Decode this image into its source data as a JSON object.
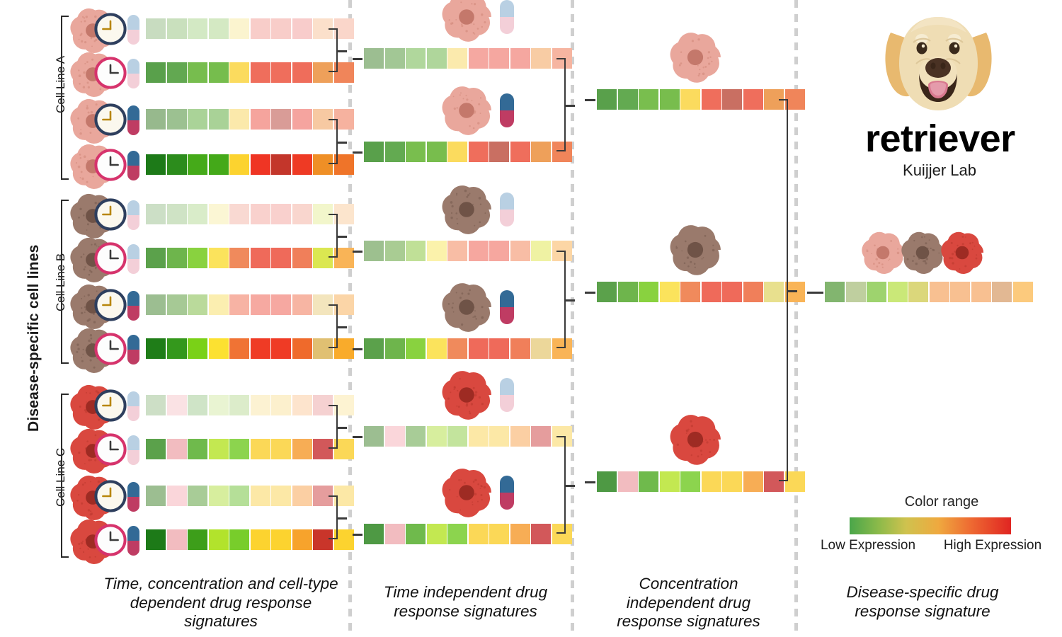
{
  "figure": {
    "axis_label": "Disease-specific cell lines",
    "cell_line_groups": [
      "Cell Line A",
      "Cell Line B",
      "Cell Line C"
    ]
  },
  "captions": [
    "Time, concentration and cell-type dependent drug response signatures",
    "Time independent drug response signatures",
    "Concentration independent drug response signatures",
    "Disease-specific drug response signature"
  ],
  "logo": {
    "name": "retriever",
    "lab": "Kuijjer Lab",
    "icon": "golden-retriever-dog-face"
  },
  "legend": {
    "title": "Color range",
    "low_label": "Low Expression",
    "high_label": "High Expression",
    "low_color": "#4aa64a",
    "high_color": "#e02522",
    "gradient": [
      "#4aa64a",
      "#8cba4a",
      "#cfc24e",
      "#efa93f",
      "#ee6a32",
      "#e02522"
    ]
  },
  "cell_colors": {
    "A": {
      "body": "#e9a79c",
      "nucleus": "#c4786b",
      "speck": "#d68f82"
    },
    "B": {
      "body": "#9a7a6c",
      "nucleus": "#6f5347",
      "speck": "#7f6356"
    },
    "C": {
      "body": "#d9483f",
      "nucleus": "#9e2b23",
      "speck": "#c13c33"
    }
  },
  "icon_colors": {
    "clock_early_ring": "#2e3f5e",
    "clock_late_ring": "#d6336c",
    "clock_early_face": "#fbf8ee",
    "clock_late_face": "#fdfdfd",
    "pill_low_top": "#b9d0e3",
    "pill_low_bottom": "#f3cfd8",
    "pill_high_top": "#336a96",
    "pill_high_bottom": "#bf3c63"
  },
  "chart_data": {
    "type": "heatmap",
    "title": "retriever drug response signature schematic",
    "n_columns": 10,
    "conditions": {
      "timepoints": [
        "early",
        "late"
      ],
      "concentrations": [
        "low",
        "high"
      ]
    },
    "panels": [
      {
        "name": "Time, concentration and cell-type dependent drug response signatures",
        "rows": [
          {
            "cell_line": "Cell Line A",
            "timepoint": "early",
            "concentration": "low",
            "colors": [
              "#c8dcc0",
              "#c9e0bd",
              "#d3e9c4",
              "#d4e9c3",
              "#fbf4cf",
              "#f8cdc9",
              "#f8cdc9",
              "#f8cccb",
              "#fbe0cb",
              "#fad6ca"
            ]
          },
          {
            "cell_line": "Cell Line A",
            "timepoint": "late",
            "concentration": "low",
            "colors": [
              "#59a04b",
              "#62a851",
              "#77bd4e",
              "#76bd4d",
              "#fbdb5e",
              "#ef6e5c",
              "#ef6e5c",
              "#ef6d5b",
              "#eea05a",
              "#f0855a"
            ]
          },
          {
            "cell_line": "Cell Line A",
            "timepoint": "early",
            "concentration": "high",
            "colors": [
              "#97b98d",
              "#9cc191",
              "#aad398",
              "#a9d297",
              "#fbe9ab",
              "#f5a49d",
              "#d99c97",
              "#f5a49f",
              "#f7c9a2",
              "#f6b29f"
            ]
          },
          {
            "cell_line": "Cell Line A",
            "timepoint": "late",
            "concentration": "high",
            "colors": [
              "#1d7a18",
              "#2c8c1c",
              "#45aa19",
              "#44a919",
              "#fcd32f",
              "#ef3524",
              "#c3362b",
              "#ee3a24",
              "#ef8f26",
              "#ef7429"
            ]
          },
          {
            "cell_line": "Cell Line B",
            "timepoint": "early",
            "concentration": "low",
            "colors": [
              "#ccdfc6",
              "#cfe3c5",
              "#d9ecc9",
              "#fbf6d4",
              "#f9d9d2",
              "#f9d1cd",
              "#f9d0cd",
              "#f9d6ce",
              "#f2f6cb",
              "#fce5cd"
            ]
          },
          {
            "cell_line": "Cell Line B",
            "timepoint": "late",
            "concentration": "low",
            "colors": [
              "#5ba14b",
              "#6eb54c",
              "#89d23f",
              "#fbe35c",
              "#f08a5c",
              "#ef6a5a",
              "#ef6a5a",
              "#f07f5a",
              "#dbe751",
              "#f9b457"
            ]
          },
          {
            "cell_line": "Cell Line B",
            "timepoint": "early",
            "concentration": "high",
            "colors": [
              "#9cbe91",
              "#a6c995",
              "#bada9b",
              "#fbeeb0",
              "#f7b3a4",
              "#f6a9a1",
              "#f6a8a1",
              "#f7b5a3",
              "#f3e5bd",
              "#fbd5a7"
            ]
          },
          {
            "cell_line": "Cell Line B",
            "timepoint": "late",
            "concentration": "high",
            "colors": [
              "#1f7d18",
              "#34981c",
              "#7ad117",
              "#fce131",
              "#f07334",
              "#ef3b25",
              "#ef3b25",
              "#ef6a2b",
              "#e0c072",
              "#f9ab2b"
            ]
          },
          {
            "cell_line": "Cell Line C",
            "timepoint": "early",
            "concentration": "low",
            "colors": [
              "#cddfc6",
              "#fae2e4",
              "#cfe4c7",
              "#e9f4d2",
              "#dcecca",
              "#fcf2d2",
              "#fcf0cd",
              "#fde4cd",
              "#f5d1d1",
              "#fdf3d2"
            ]
          },
          {
            "cell_line": "Cell Line C",
            "timepoint": "late",
            "concentration": "low",
            "colors": [
              "#5ba14b",
              "#f2bcc0",
              "#6fba4c",
              "#c3e851",
              "#8cd44e",
              "#fbd857",
              "#fbd857",
              "#f7ad55",
              "#d2585a",
              "#fbd857"
            ]
          },
          {
            "cell_line": "Cell Line C",
            "timepoint": "early",
            "concentration": "high",
            "colors": [
              "#9cbe91",
              "#fad6da",
              "#a8cc97",
              "#d7ee9e",
              "#b5df98",
              "#fce8a6",
              "#fce8a6",
              "#fbcfa3",
              "#e59d9d",
              "#fce8a6"
            ]
          },
          {
            "cell_line": "Cell Line C",
            "timepoint": "late",
            "concentration": "high",
            "colors": [
              "#1d7a18",
              "#f2bcc0",
              "#3d9e1a",
              "#b2e32c",
              "#78cd2b",
              "#fcd32f",
              "#fcd32f",
              "#f7a32c",
              "#c9352a",
              "#fcd32f"
            ]
          }
        ]
      },
      {
        "name": "Time independent drug response signatures",
        "rows": [
          {
            "cell_line": "Cell Line A",
            "concentration": "low",
            "colors": [
              "#9cbe91",
              "#a2c795",
              "#b0d79c",
              "#afd69b",
              "#fbeaad",
              "#f5a8a1",
              "#f5a7a0",
              "#f5a7a0",
              "#f8cca4",
              "#f6b5a1"
            ]
          },
          {
            "cell_line": "Cell Line A",
            "concentration": "high",
            "colors": [
              "#59a04b",
              "#63aa51",
              "#79be4e",
              "#78bd4d",
              "#fbdb5e",
              "#ef6e5c",
              "#c96f62",
              "#ef6e5c",
              "#eea05a",
              "#f0855a"
            ]
          },
          {
            "cell_line": "Cell Line B",
            "concentration": "low",
            "colors": [
              "#9dc08f",
              "#a9cc93",
              "#c0e097",
              "#fbf2ab",
              "#f8bda5",
              "#f6a79f",
              "#f6a79f",
              "#f8bda5",
              "#eff2a3",
              "#fcd6a5"
            ]
          },
          {
            "cell_line": "Cell Line B",
            "concentration": "high",
            "colors": [
              "#5ba14b",
              "#6eb54c",
              "#89d23f",
              "#fbe35c",
              "#f08a5c",
              "#ef6a5a",
              "#ef6a5a",
              "#f07f5a",
              "#ecd79a",
              "#f9b457"
            ]
          },
          {
            "cell_line": "Cell Line C",
            "concentration": "low",
            "colors": [
              "#9cbe91",
              "#fad6da",
              "#a8cc97",
              "#d7ee9e",
              "#c3e49d",
              "#fce8a6",
              "#fce8a6",
              "#fbcfa3",
              "#e59d9d",
              "#fce8a6"
            ]
          },
          {
            "cell_line": "Cell Line C",
            "concentration": "high",
            "colors": [
              "#4e9944",
              "#f2bcc0",
              "#6fba4c",
              "#c3e851",
              "#8cd44e",
              "#fbd857",
              "#fbd857",
              "#f7ad55",
              "#d2585a",
              "#fbd857"
            ]
          }
        ]
      },
      {
        "name": "Concentration independent drug response signatures",
        "rows": [
          {
            "cell_line": "Cell Line A",
            "colors": [
              "#59a04b",
              "#63aa51",
              "#79be4e",
              "#78bd4d",
              "#fbdb5e",
              "#ef6e5c",
              "#c96f62",
              "#ef6e5c",
              "#eea05a",
              "#f0855a"
            ]
          },
          {
            "cell_line": "Cell Line B",
            "colors": [
              "#5ba14b",
              "#6eb54c",
              "#89d23f",
              "#fbe35c",
              "#f08a5c",
              "#ef6a5a",
              "#ef6a5a",
              "#f07f5a",
              "#e8e08e",
              "#f9b457"
            ]
          },
          {
            "cell_line": "Cell Line C",
            "colors": [
              "#4e9944",
              "#f2bcc0",
              "#6fba4c",
              "#c3e851",
              "#8cd44e",
              "#fbd857",
              "#fbd857",
              "#f7ad55",
              "#d2585a",
              "#fbd857"
            ]
          }
        ]
      },
      {
        "name": "Disease-specific drug response signature",
        "rows": [
          {
            "cell_line": "All cell lines",
            "colors": [
              "#82b56f",
              "#bfcf9f",
              "#9ed36e",
              "#cae878",
              "#dbd77b",
              "#f8c091",
              "#f8c091",
              "#f8c091",
              "#e2b893",
              "#fcca7d"
            ]
          }
        ]
      }
    ]
  }
}
